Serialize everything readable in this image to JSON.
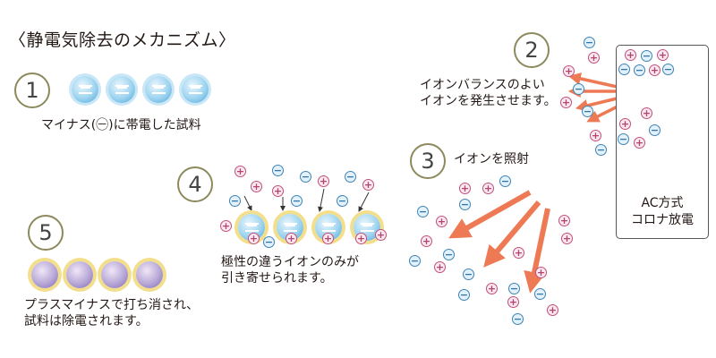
{
  "title": "〈静電気除去のメカニズム〉",
  "steps": {
    "s1": {
      "num": "1",
      "caption": "マイナス(㊀)に帯電した試料"
    },
    "s2": {
      "num": "2",
      "caption_line1": "イオンバランスのよい",
      "caption_line2": "イオンを発生させます。"
    },
    "s3": {
      "num": "3",
      "caption": "イオンを照射"
    },
    "s4": {
      "num": "4",
      "caption_line1": "極性の違うイオンのみが",
      "caption_line2": "引き寄せられます。"
    },
    "s5": {
      "num": "5",
      "caption_line1": "プラスマイナスで打ち消され、",
      "caption_line2": "試料は除電されます。"
    }
  },
  "panel": {
    "line1": "AC方式",
    "line2": "コロナ放電"
  },
  "ion_symbols": {
    "plus": "+",
    "minus": "−"
  },
  "colors": {
    "plus": "#c0517a",
    "minus": "#3f83b5",
    "arrow": "#ee7a55",
    "circle": "#8c8a5c"
  }
}
